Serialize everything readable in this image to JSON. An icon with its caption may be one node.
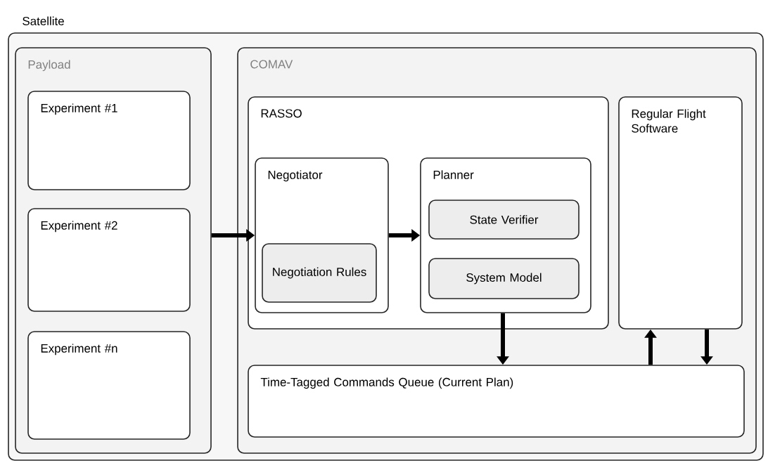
{
  "diagram": {
    "nodes": [
      {
        "text": [
          "Satellite"
        ]
      },
      {
        "text": [
          "Payload"
        ],
        "in": 0
      },
      {
        "text": [
          "Experiment #1"
        ],
        "in": 1
      },
      {
        "text": [
          "Experiment #2"
        ],
        "in": 1
      },
      {
        "text": [
          "Experiment #n"
        ],
        "in": 1
      },
      {
        "text": [
          "COMAV"
        ],
        "in": 0
      },
      {
        "text": [
          "RASSO"
        ],
        "in": 5
      },
      {
        "text": [
          "Negotiator"
        ],
        "in": 6
      },
      {
        "text": [
          "Negotiation Rules"
        ],
        "in": 7
      },
      {
        "text": [
          "Planner"
        ],
        "in": 6
      },
      {
        "text": [
          "State Verifier"
        ],
        "in": 9
      },
      {
        "text": [
          "System Model"
        ],
        "in": 9
      },
      {
        "text": [
          "Regular Flight Software"
        ],
        "in": 5
      },
      {
        "text": [
          "Time-Tagged Commands Queue (Current Plan)"
        ],
        "in": 5
      }
    ],
    "edges": [
      {
        "from": 1,
        "to": 7,
        "arrow": "to"
      },
      {
        "from": 7,
        "to": 9,
        "arrow": "to"
      },
      {
        "from": 9,
        "to": 13,
        "arrow": "to"
      },
      {
        "from": 13,
        "to": 12,
        "arrow": "to"
      },
      {
        "from": 12,
        "to": 13,
        "arrow": "to"
      }
    ]
  }
}
